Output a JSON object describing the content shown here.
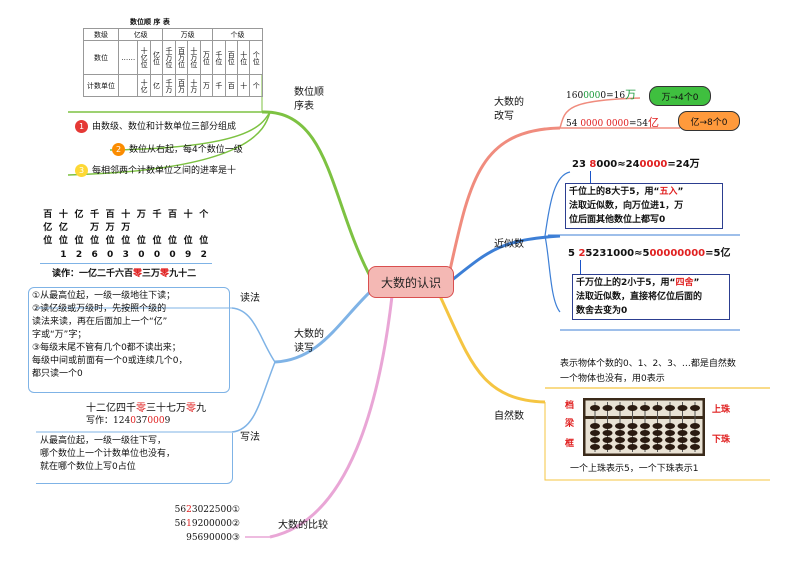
{
  "center": "大数的认识",
  "branches": {
    "seq_table": "数位顺\n序表",
    "rewrite": "大数的\n改写",
    "approx": "近似数",
    "natural": "自然数",
    "readwrite": "大数的\n读写",
    "read": "读法",
    "write": "写法",
    "compare": "大数的比较"
  },
  "table": {
    "title": "数位顺 序 表",
    "header": [
      "数级",
      "亿级",
      "万级",
      "个级"
    ],
    "row_digit_label": "数位",
    "dots": "……",
    "digits": [
      "十亿位",
      "亿位",
      "千万位",
      "百万位",
      "十万位",
      "万位",
      "千位",
      "百位",
      "十位",
      "个位"
    ],
    "row_unit_label": "计数单位",
    "units": [
      "十亿",
      "亿",
      "千万",
      "百万",
      "十万",
      "万",
      "千",
      "百",
      "十",
      "个"
    ]
  },
  "facts": [
    {
      "num": "1",
      "text": "由数级、数位和计数单位三部分组成",
      "color": "#e53935"
    },
    {
      "num": "2",
      "text": "数位从右起，每4个数位一级",
      "color": "#fb8c00"
    },
    {
      "num": "3",
      "text": "每相邻两个计数单位之间的进率是十",
      "color": "#fdd835"
    }
  ],
  "rewrite": {
    "ex1": [
      "160",
      "000",
      "0=16",
      "万"
    ],
    "pill1": "万→4个0",
    "ex2": [
      "54 ",
      "0000 0000",
      "=54",
      "亿"
    ],
    "pill2": "亿→8个0"
  },
  "approx": {
    "ex1": [
      "23 ",
      "8",
      "000≈24",
      "0000",
      "=24万"
    ],
    "box1": [
      "千位上的8大于5，用“",
      "五入",
      "”",
      "法取近似数，向万位进1，万",
      "位后面其他数位上都写0"
    ],
    "ex2": [
      "5 ",
      "2",
      "5231000≈5",
      "00000000",
      "=5亿"
    ],
    "box2": [
      "千万位上的2小于5，用“",
      "四舍",
      "”",
      "法取近似数，直接将亿位后面的",
      "数舍去变为0"
    ]
  },
  "natural": {
    "line1": "表示物体个数的0、1、2、3、…都是自然数",
    "line2": "一个物体也没有，用0表示",
    "labels": {
      "frame": "档",
      "beam": "梁",
      "border": "框",
      "upper": "上珠",
      "lower": "下珠"
    },
    "caption": "一个上珠表示5，一个下珠表示1"
  },
  "read_grid": {
    "heads": [
      [
        "百",
        "亿",
        "位"
      ],
      [
        "十",
        "亿",
        "位"
      ],
      [
        "亿",
        "",
        "位"
      ],
      [
        "千",
        "万",
        "位"
      ],
      [
        "百",
        "万",
        "位"
      ],
      [
        "十",
        "万",
        "位"
      ],
      [
        "万",
        "",
        "位"
      ],
      [
        "千",
        "",
        "位"
      ],
      [
        "百",
        "",
        "位"
      ],
      [
        "十",
        "",
        "位"
      ],
      [
        "个",
        "",
        "位"
      ]
    ],
    "digits": [
      "",
      "1",
      "2",
      "6",
      "0",
      "3",
      "0",
      "0",
      "0",
      "9",
      "2"
    ],
    "reading": [
      "读作：一亿二千六百",
      "零",
      "三万",
      "零",
      "九十二"
    ]
  },
  "read_rules": [
    "①从最高位起，一级一级地往下读；",
    "②读亿级或万级时，先按照个级的",
    "读法来读，再在后面加上一个“亿”",
    "字或“万”字；",
    "③每级末尾不管有几个0都不读出来；",
    "每级中间或前面有一个0或连续几个0，",
    "都只读一个0"
  ],
  "write_example": {
    "words": [
      "十二亿四千",
      "零",
      "三十七万",
      "零",
      "九"
    ],
    "written": [
      "写作：124",
      "0",
      "37",
      "000",
      "9"
    ]
  },
  "write_rules": [
    "从最高位起，一级一级往下写，",
    "哪个数位上一个计数单位也没有，",
    "就在哪个数位上写0占位"
  ],
  "compare": [
    {
      "a": "56",
      "b": "2",
      "c": "3022500①"
    },
    {
      "a": "56",
      "b": "1",
      "c": "9200000②"
    },
    {
      "a": "",
      "b": "",
      "c": "95690000③"
    }
  ],
  "colors": {
    "green": "#7dc242",
    "salmon": "#f08c7e",
    "blue": "#3d7fd6",
    "yellow": "#f5c542",
    "pink": "#e9a6d6"
  }
}
